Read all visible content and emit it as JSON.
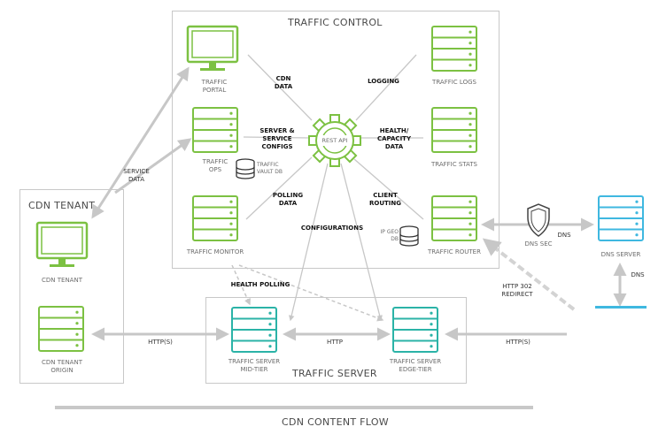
{
  "colors": {
    "green": "#7cc142",
    "teal": "#2bb3a7",
    "blue": "#3fb8e0",
    "box_border": "#c8c8c8",
    "arrow": "#c7c7c7",
    "text": "#333333"
  },
  "regions": {
    "traffic_control": "TRAFFIC CONTROL",
    "cdn_tenant": "CDN TENANT",
    "traffic_server": "TRAFFIC SERVER",
    "content_flow": "CDN CONTENT FLOW"
  },
  "nodes": {
    "traffic_portal": {
      "label": "TRAFFIC\nPORTAL",
      "icon": "monitor-icon"
    },
    "traffic_ops": {
      "label": "TRAFFIC\nOPS",
      "icon": "server-icon"
    },
    "traffic_vault": {
      "label": "TRAFFIC\nVAULT DB",
      "icon": "database-icon"
    },
    "traffic_monitor": {
      "label": "TRAFFIC MONITOR",
      "icon": "server-icon"
    },
    "traffic_logs": {
      "label": "TRAFFIC LOGS",
      "icon": "server-icon"
    },
    "traffic_stats": {
      "label": "TRAFFIC STATS",
      "icon": "server-icon"
    },
    "traffic_router": {
      "label": "TRAFFIC ROUTER",
      "icon": "server-icon"
    },
    "ip_geo_db": {
      "label": "IP GEO\nDB",
      "icon": "database-icon"
    },
    "rest_api": {
      "label": "REST API",
      "icon": "gear-icon"
    },
    "cdn_tenant_monitor": {
      "label": "CDN TENANT",
      "icon": "monitor-icon"
    },
    "cdn_tenant_origin": {
      "label": "CDN TENANT\nORIGIN",
      "icon": "server-icon"
    },
    "ts_mid_tier": {
      "label": "TRAFFIC SERVER\nMID-TIER",
      "icon": "server-icon"
    },
    "ts_edge_tier": {
      "label": "TRAFFIC SERVER\nEDGE-TIER",
      "icon": "server-icon"
    },
    "dns_server": {
      "label": "DNS SERVER",
      "icon": "server-icon"
    },
    "dns_sec": {
      "label": "DNS SEC",
      "icon": "shield-icon"
    }
  },
  "edge_labels": {
    "cdn_data": "CDN\nDATA",
    "logging": "LOGGING",
    "server_configs": "SERVER &\nSERVICE\nCONFIGS",
    "health_capacity": "HEALTH/\nCAPACITY\nDATA",
    "polling_data": "POLLING\nDATA",
    "client_routing": "CLIENT\nROUTING",
    "configurations": "CONFIGURATIONS",
    "service_data": "SERVICE\nDATA",
    "health_polling": "HEALTH POLLING",
    "http_s_left": "HTTP(S)",
    "http_mid": "HTTP",
    "http_s_right": "HTTP(S)",
    "dns": "DNS",
    "dns_vertical": "DNS",
    "http_302": "HTTP 302\nREDIRECT"
  }
}
